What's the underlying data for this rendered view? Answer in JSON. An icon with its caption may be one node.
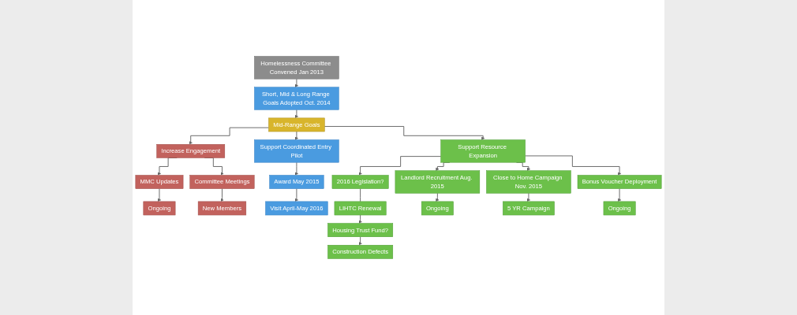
{
  "diagram": {
    "nodes": [
      {
        "text": [
          "Homelessness Committee Convened Jan 2013"
        ]
      },
      {
        "text": [
          "Short, Mid & Long Range Goals Adopted Oct. 2014"
        ]
      },
      {
        "text": [
          "Mid-Range Goals"
        ]
      },
      {
        "text": [
          "Increase Engagement"
        ]
      },
      {
        "text": [
          "Support Coordinated Entry Pilot"
        ]
      },
      {
        "text": [
          "Support Resource Expansion"
        ]
      },
      {
        "text": [
          "2016 Legislation?"
        ]
      },
      {
        "text": [
          "MMC Updates"
        ]
      },
      {
        "text": [
          "Committee Meetings"
        ]
      },
      {
        "text": [
          "Award May 2015"
        ]
      },
      {
        "text": [
          "Landlord Recruitment Aug. 2015"
        ]
      },
      {
        "text": [
          "Close to Home Campaign Nov. 2015"
        ]
      },
      {
        "text": [
          "Bonus Voucher Deployment"
        ]
      },
      {
        "text": [
          "LIHTC Renewal"
        ]
      },
      {
        "text": [
          "Housing Trust Fund?"
        ]
      },
      {
        "text": [
          "Ongoing"
        ]
      },
      {
        "text": [
          "New Members"
        ]
      },
      {
        "text": [
          "Visit April-May 2016"
        ]
      },
      {
        "text": [
          "Ongoing"
        ]
      },
      {
        "text": [
          "5 YR Campaign"
        ]
      },
      {
        "text": [
          "Ongoing"
        ]
      },
      {
        "text": [
          "Construction Defects"
        ]
      }
    ],
    "edges": [
      {
        "from": 0,
        "to": 1,
        "arrow": "to"
      },
      {
        "from": 1,
        "to": 2,
        "arrow": "to"
      },
      {
        "from": 2,
        "to": 3,
        "arrow": "to"
      },
      {
        "from": 2,
        "to": 4,
        "arrow": "to"
      },
      {
        "from": 2,
        "to": 5,
        "arrow": "to"
      },
      {
        "from": 5,
        "to": 6,
        "arrow": "to"
      },
      {
        "from": 3,
        "to": 7,
        "arrow": "to"
      },
      {
        "from": 3,
        "to": 8,
        "arrow": "to"
      },
      {
        "from": 4,
        "to": 9,
        "arrow": "to"
      },
      {
        "from": 5,
        "to": 10,
        "arrow": "to"
      },
      {
        "from": 5,
        "to": 11,
        "arrow": "to"
      },
      {
        "from": 5,
        "to": 12,
        "arrow": "to"
      },
      {
        "from": 6,
        "to": 13,
        "arrow": "none"
      },
      {
        "from": 13,
        "to": 14,
        "arrow": "to"
      },
      {
        "from": 14,
        "to": 21,
        "arrow": "to"
      },
      {
        "from": 7,
        "to": 15,
        "arrow": "to"
      },
      {
        "from": 8,
        "to": 16,
        "arrow": "to"
      },
      {
        "from": 9,
        "to": 17,
        "arrow": "to"
      },
      {
        "from": 10,
        "to": 18,
        "arrow": "to"
      },
      {
        "from": 11,
        "to": 19,
        "arrow": "to"
      },
      {
        "from": 12,
        "to": 20,
        "arrow": "to"
      }
    ]
  }
}
